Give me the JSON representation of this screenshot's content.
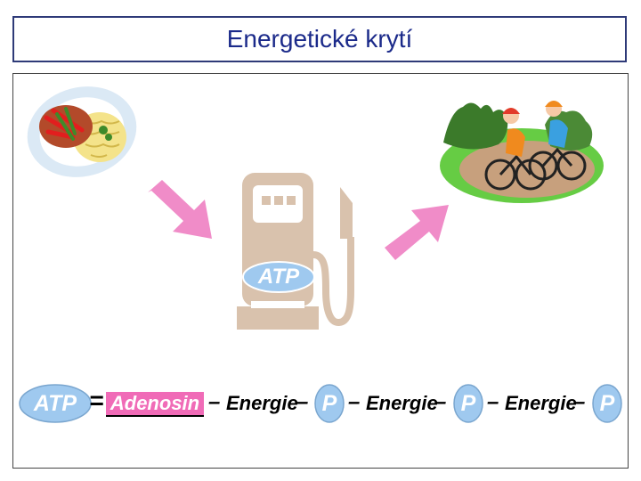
{
  "title": "Energetické krytí",
  "pump": {
    "label": "ATP"
  },
  "equation": {
    "atp": "ATP",
    "equals": "=",
    "adenosin": "Adenosin",
    "dash": "–",
    "energie": "Energie",
    "p": "P"
  },
  "colors": {
    "title_border": "#2e3a78",
    "title_text": "#1b2a8a",
    "pump": "#d9c2ad",
    "arrow": "#f08cc8",
    "oval_fill": "#9fc9ef",
    "adenosin_fill": "#f06bb7"
  }
}
